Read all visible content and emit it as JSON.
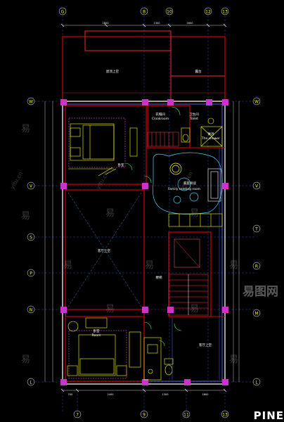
{
  "axes_top": [
    "G",
    "B",
    "10",
    "12",
    "13"
  ],
  "axes_bottom": [
    "7",
    "9",
    "11",
    "13"
  ],
  "axes_left": [
    "W",
    "V",
    "S",
    "P",
    "N",
    "L"
  ],
  "axes_right": [
    "W",
    "V",
    "T",
    "R",
    "M",
    "L"
  ],
  "dims_top": [
    "1800",
    "1300",
    "1650"
  ],
  "dims_bottom": [
    "700",
    "2400",
    "1300",
    "1800"
  ],
  "rooms": {
    "roof_terrace_top": "屋顶上空",
    "stair_right": "露台",
    "cloakroom": "衣帽间",
    "cloakroom_en": "Cloakroom",
    "toilet": "卫生间",
    "toilet_en": "Toilet",
    "shower": "淋浴",
    "shower_en": "The shower",
    "bedroom_upper": "卧室",
    "family_reading": "家庭阅读",
    "family_reading_en": "Family reading room",
    "void_center": "客厅上空",
    "bedroom_lower": "卧室",
    "bedroom_lower_en": "Room",
    "void_right": "客厅上空",
    "stair_label": "楼梯"
  },
  "watermark": "易",
  "watermark_url": "yitu.cn",
  "brand": "易图网",
  "corner_text": "PINE"
}
